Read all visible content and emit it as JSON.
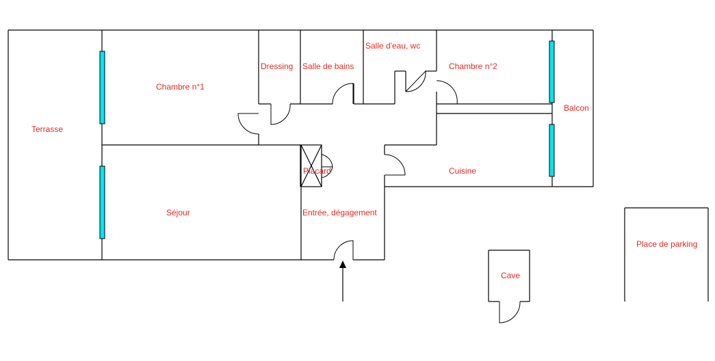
{
  "colors": {
    "label": "#e8281e",
    "wall": "#000000",
    "window": "#00e5ee",
    "background": "#ffffff"
  },
  "rooms": {
    "terrasse": "Terrasse",
    "chambre1": "Chambre n°1",
    "dressing": "Dressing",
    "salle_de_bains": "Salle de bains",
    "salle_deau": "Salle d'eau, wc",
    "chambre2": "Chambre n°2",
    "balcon": "Balcon",
    "placard": "Placard",
    "cuisine": "Cuisine",
    "sejour": "Séjour",
    "entree": "Entrée, dégagement",
    "cave": "Cave",
    "parking": "Place de parking"
  },
  "icons": {
    "entrance": "entrance-arrow-icon"
  }
}
